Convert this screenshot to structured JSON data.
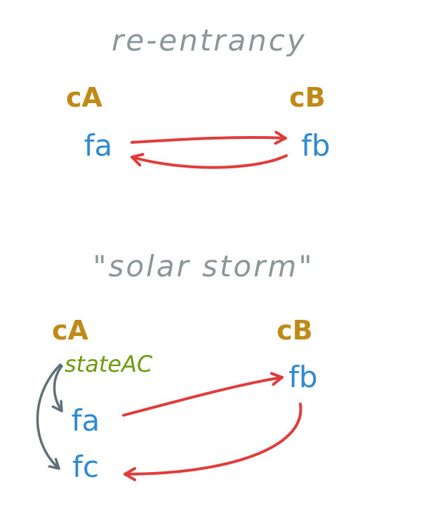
{
  "section1": {
    "title": "re-entrancy",
    "left_contract": "cA",
    "right_contract": "cB",
    "left_function": "fa",
    "right_function": "fb"
  },
  "section2": {
    "title": "\"solar storm\"",
    "left_contract": "cA",
    "right_contract": "cB",
    "state_label": "stateAC",
    "function_a": "fa",
    "function_c": "fc",
    "right_function": "fb"
  },
  "colors": {
    "title": "#8a9699",
    "contract": "#c08a18",
    "function": "#2f8ad0",
    "state": "#6f9a10",
    "call_arrow": "#e23b3b",
    "state_arrow": "#5f6f77"
  }
}
